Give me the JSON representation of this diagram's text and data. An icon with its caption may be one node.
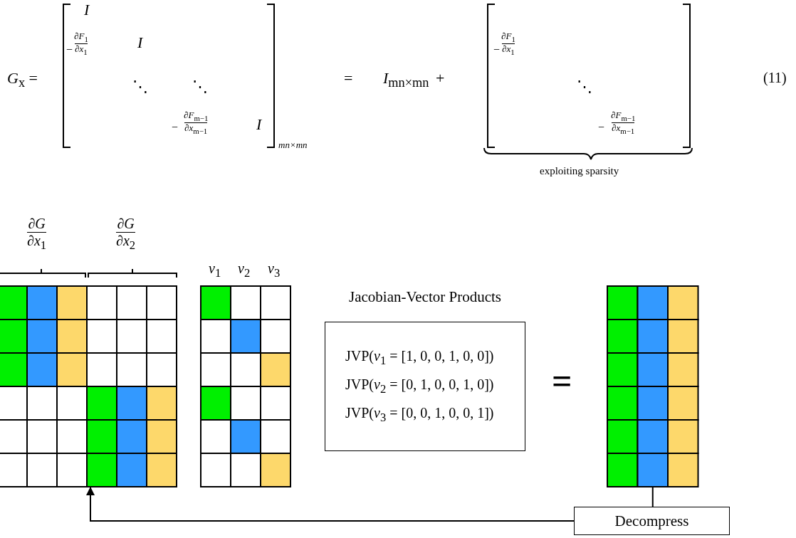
{
  "diagram": {
    "nodes": [
      {
        "text": [],
        "shape": "grid"
      },
      {
        "text": [],
        "shape": "grid"
      },
      {
        "text": [
          "Jacobian-Vector Products",
          "JVP(*v*$_{1}$ = [1, 0, 0, 1, 0, 0])",
          "JVP(*v*$_{2}$ = [0, 1, 0, 0, 1, 0])",
          "JVP(*v*$_{3}$ = [0, 0, 1, 0, 0, 1])"
        ]
      },
      {
        "text": [],
        "shape": "grid"
      },
      {
        "text": [
          "Decompress"
        ]
      }
    ],
    "edges": [
      {
        "from": 3,
        "to": 4,
        "arrow": "none"
      },
      {
        "from": 4,
        "to": 0,
        "arrow": "to"
      }
    ],
    "labels": [
      "*G*$_{x}$ =",
      "*I*",
      "−",
      "∂*F*$_{1}$",
      "∂*x*$_{1}$",
      "*I*",
      "⋱",
      "⋱",
      "−",
      "∂*F*$_{m−1}$",
      "∂*x*$_{m−1}$",
      "*I*",
      "mn×mn",
      "=",
      "*I*$_{mn×mn}$",
      "+",
      "−",
      "∂*F*$_{1}$",
      "∂*x*$_{1}$",
      "⋱",
      "−",
      "∂*F*$_{m−1}$",
      "∂*x*$_{m−1}$",
      "exploiting sparsity",
      "(11)",
      "∂*G*",
      "∂*x*$_{1}$",
      "∂*G*",
      "∂*x*$_{2}$",
      "*v*$_{1}$",
      "*v*$_{2}$",
      "*v*$_{3}$",
      "="
    ]
  }
}
